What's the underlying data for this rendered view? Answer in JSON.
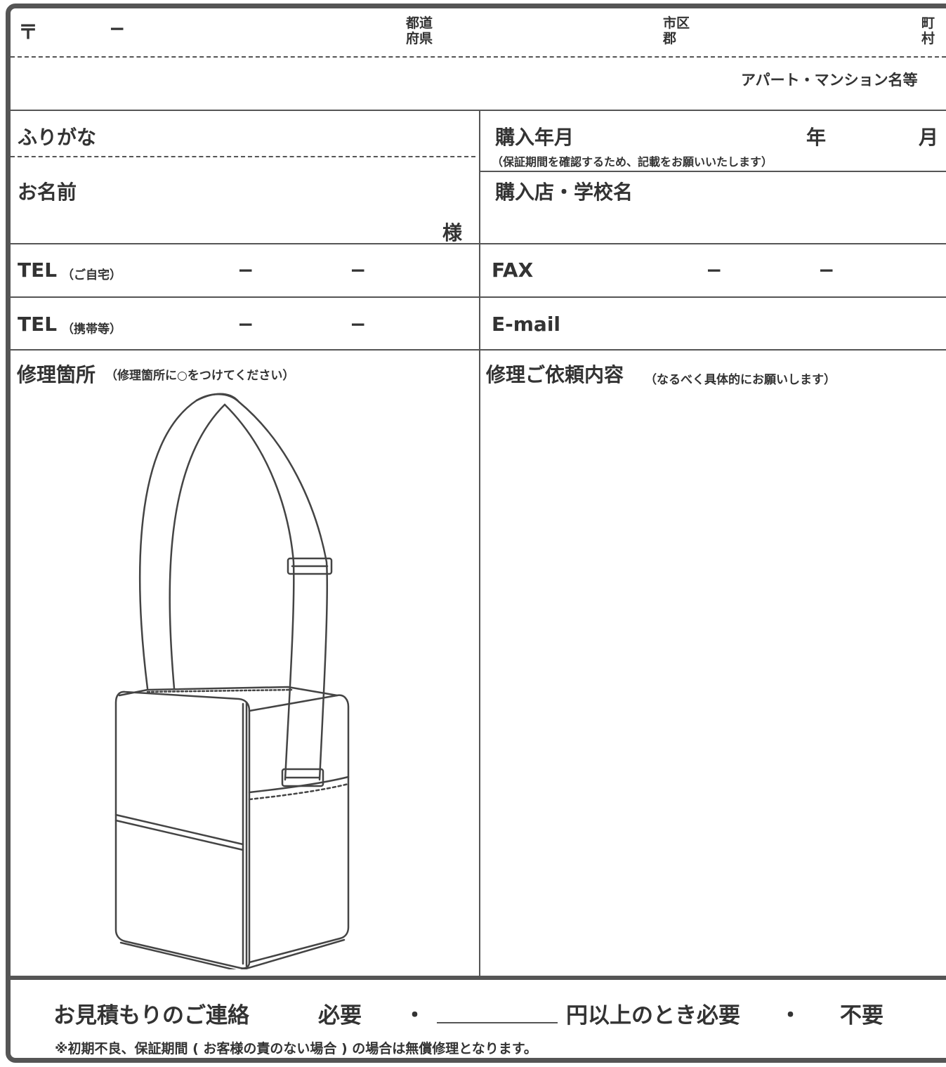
{
  "address": {
    "postal_mark": "〒",
    "postal_dash": "−",
    "prefecture_top": "都道",
    "prefecture_bottom": "府県",
    "city_top": "市区",
    "city_bottom": "郡",
    "town_top": "町",
    "town_bottom": "村",
    "building_label": "アパート・マンション名等"
  },
  "name": {
    "furigana_label": "ふりがな",
    "name_label": "お名前",
    "honorific": "様"
  },
  "purchase": {
    "date_label": "購入年月",
    "year_label": "年",
    "month_label": "月",
    "date_note": "（保証期間を確認するため、記載をお願いいたします）",
    "store_label": "購入店・学校名"
  },
  "contact": {
    "tel_home_label": "TEL",
    "tel_home_note": "（ご自宅）",
    "tel_mobile_label": "TEL",
    "tel_mobile_note": "（携帯等）",
    "fax_label": "FAX",
    "email_label": "E-mail",
    "dash": "−"
  },
  "repair": {
    "location_label": "修理箇所",
    "location_note": "（修理箇所に○をつけてください）",
    "request_label": "修理ご依頼内容",
    "request_note": "（なるべく具体的にお願いします）"
  },
  "estimate": {
    "label": "お見積もりのご連絡",
    "option_required": "必要",
    "separator": "・",
    "option_threshold_suffix": "円以上のとき必要",
    "option_not_required": "不要",
    "footnote": "※初期不良、保証期間 ( お客様の責のない場合 ) の場合は無償修理となります。"
  },
  "colors": {
    "line": "#555555",
    "text": "#333333"
  }
}
